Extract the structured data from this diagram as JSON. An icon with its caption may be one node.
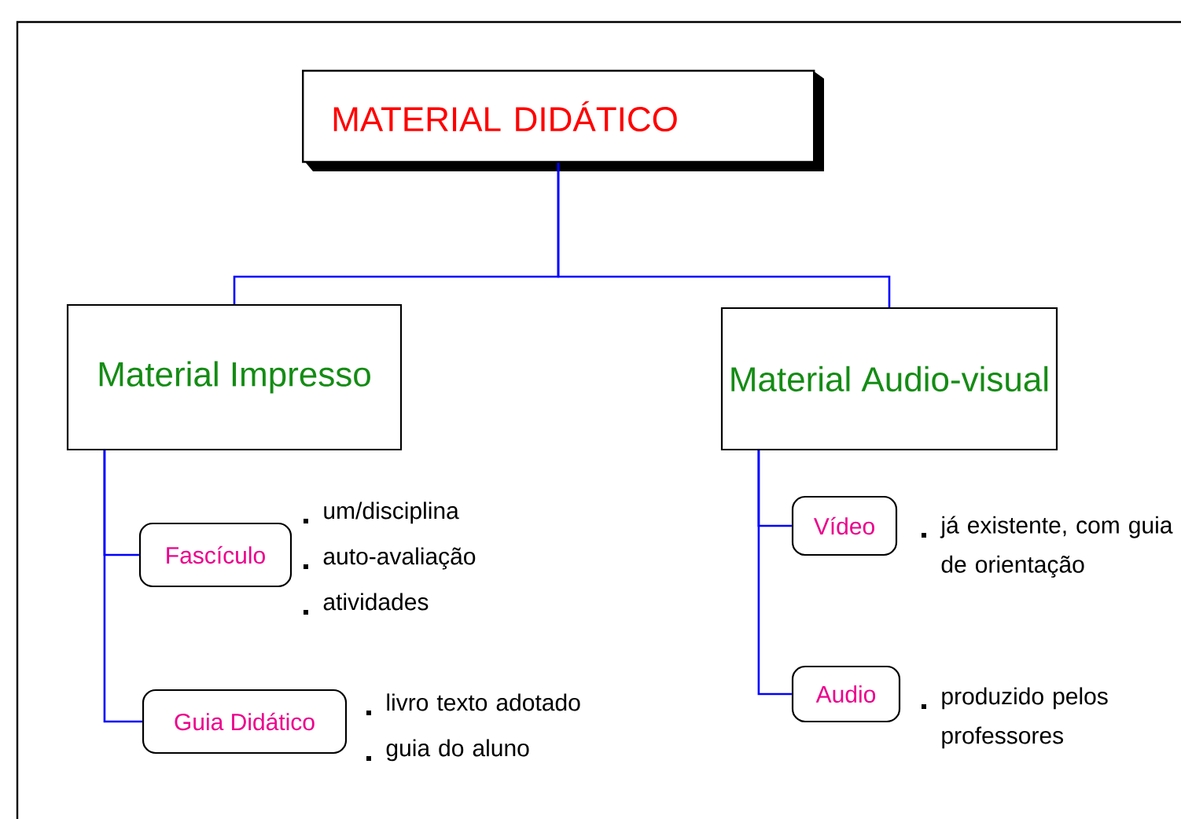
{
  "diagram": {
    "nodes": [
      {
        "text": [
          "MATERIAL  DIDÁTICO"
        ]
      },
      {
        "text": [
          "Material Impresso"
        ]
      },
      {
        "text": [
          "Material Audio-visual"
        ]
      },
      {
        "text": [
          "Fascículo"
        ],
        "beside": [
          "um/disciplina",
          "auto-avaliação",
          "atividades"
        ]
      },
      {
        "text": [
          "Guia Didático"
        ],
        "beside": [
          "livro texto adotado",
          "guia do aluno"
        ]
      },
      {
        "text": [
          "Vídeo"
        ],
        "beside": [
          "já existente, com guia de orientação"
        ]
      },
      {
        "text": [
          "Audio"
        ],
        "beside": [
          "produzido pelos professores"
        ]
      }
    ],
    "edges": [
      {
        "from": 0,
        "to": 1,
        "arrow": "none"
      },
      {
        "from": 0,
        "to": 2,
        "arrow": "none"
      },
      {
        "from": 1,
        "to": 3,
        "arrow": "none"
      },
      {
        "from": 1,
        "to": 4,
        "arrow": "none"
      },
      {
        "from": 2,
        "to": 5,
        "arrow": "none"
      },
      {
        "from": 2,
        "to": 6,
        "arrow": "none"
      }
    ]
  }
}
